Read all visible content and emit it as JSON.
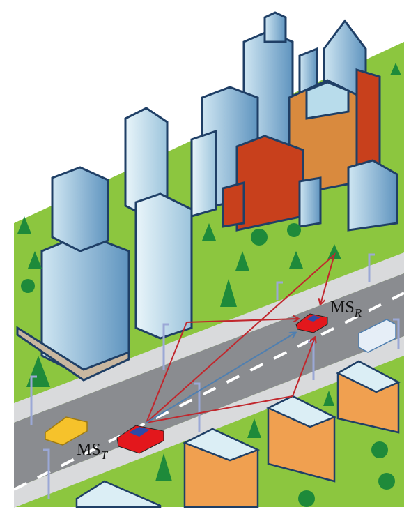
{
  "labels": {
    "receiver": {
      "main": "MS",
      "sub": "R"
    },
    "transmitter": {
      "main": "MS",
      "sub": "T"
    }
  },
  "colors": {
    "ground": "#8cc63f",
    "road": "#8a8c90",
    "sidewalk": "#d9dadc",
    "multipath_arrow": "#c1272d",
    "direct_arrow": "#4f7fb0",
    "car": "#e3171c"
  }
}
